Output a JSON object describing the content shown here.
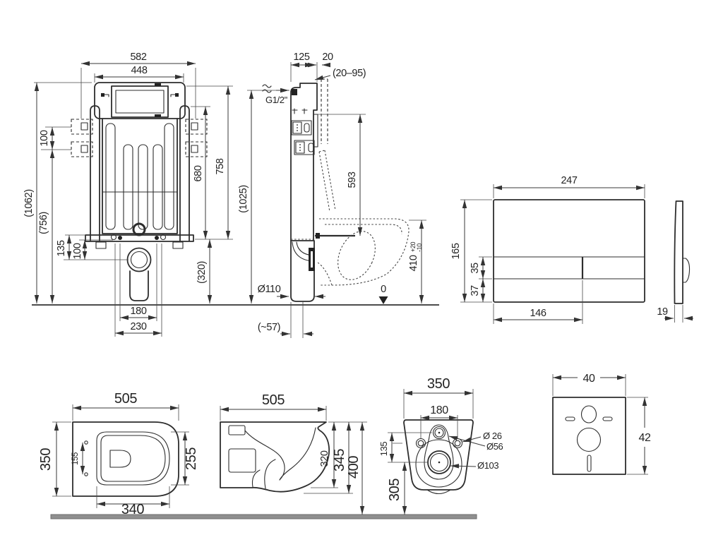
{
  "meta": {
    "background": "#ffffff",
    "ink": "#2d2d2d",
    "floor_bar": "#8f8f8f"
  },
  "views": {
    "frame_front": {
      "w582": "582",
      "w448": "448",
      "s100": "100",
      "h1062": "(1062)",
      "h756": "(756)",
      "b135": "135",
      "b100": "100",
      "h758": "758",
      "h680": "680",
      "h320": "(320)",
      "b180": "180",
      "b230": "230"
    },
    "frame_side": {
      "d125": "125",
      "d20": "20",
      "range": "(20–95)",
      "inlet": "G1/2\"",
      "h1025": "(1025)",
      "h593": "593",
      "h410": "410",
      "tol_plus": "+20",
      "tol_minus": "-10",
      "dia110": "Ø110",
      "off57": "(~57)",
      "datum": "0"
    },
    "plate": {
      "w247": "247",
      "h165": "165",
      "h35": "35",
      "h37": "37",
      "w146": "146",
      "t19": "19"
    },
    "bowl_top": {
      "w505": "505",
      "d350": "350",
      "s155": "155",
      "d255": "255",
      "w340": "340"
    },
    "bowl_side": {
      "w505": "505",
      "h320": "320",
      "h345": "345",
      "h400": "400"
    },
    "bowl_rear": {
      "w350": "350",
      "s180": "180",
      "v135": "135",
      "v305": "305",
      "dia26": "Ø 26",
      "dia56": "Ø56",
      "dia103": "Ø103"
    },
    "pad": {
      "w40": "40",
      "h42": "42"
    }
  }
}
